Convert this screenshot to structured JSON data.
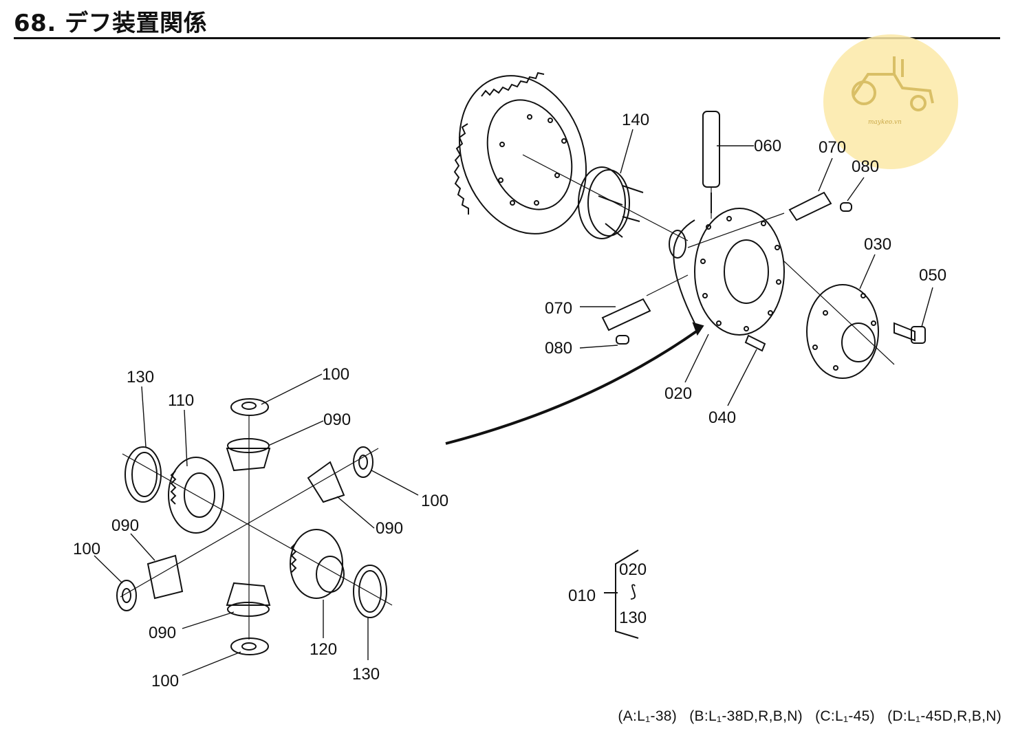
{
  "header": {
    "title": "68. デフ装置関係"
  },
  "watermark": {
    "text": "maykeo.vn",
    "color": "#fbe9a7",
    "icon": "tractor-icon"
  },
  "parts": {
    "p140": "140",
    "p060": "060",
    "p070_top": "070",
    "p080_top": "080",
    "p030": "030",
    "p050": "050",
    "p070_left": "070",
    "p080_left": "080",
    "p020": "020",
    "p040": "040",
    "p130_top": "130",
    "p110": "110",
    "p100_top": "100",
    "p090_top": "090",
    "p100_right": "100",
    "p090_right": "090",
    "p090_left": "090",
    "p100_left": "100",
    "p090_bottom": "090",
    "p120": "120",
    "p130_bottom": "130",
    "p100_bottom": "100"
  },
  "assembly": {
    "code": "010",
    "range_start": "020",
    "range_symbol": "⟆",
    "range_end": "130"
  },
  "footer": {
    "models": [
      "(A:L₁-38)",
      "(B:L₁-38D,R,B,N)",
      "(C:L₁-45)",
      "(D:L₁-45D,R,B,N)"
    ]
  }
}
